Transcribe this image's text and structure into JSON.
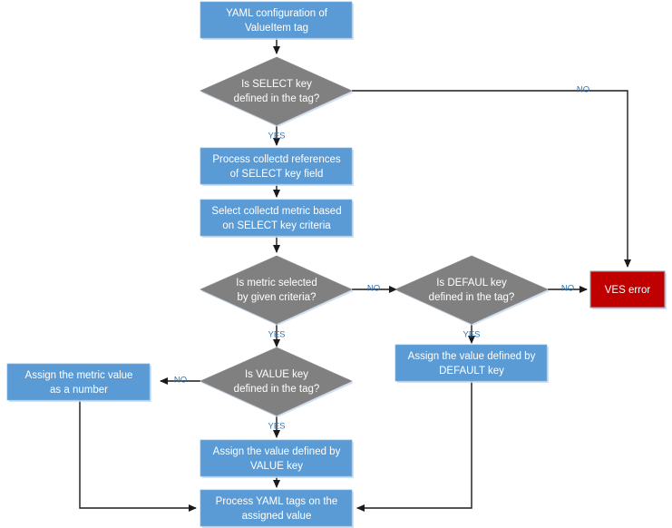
{
  "diagram": {
    "title": "YAML ValueItem tag processing flowchart",
    "colors": {
      "process_fill": "#5B9BD5",
      "decision_fill": "#808080",
      "error_fill": "#C00000",
      "edge_label": "#2E74B5",
      "edge_line": "#1a1a1a",
      "node_text": "#FFFFFF",
      "background": "#FFFFFF"
    },
    "nodes": [
      {
        "id": "yaml-config",
        "type": "process",
        "lines": [
          "YAML configuration of",
          "ValueItem tag"
        ]
      },
      {
        "id": "is-select-key",
        "type": "decision",
        "lines": [
          "Is SELECT key",
          "defined in the tag?"
        ]
      },
      {
        "id": "process-collectd-references",
        "type": "process",
        "lines": [
          "Process collectd references",
          "of SELECT key field"
        ]
      },
      {
        "id": "select-collectd-metric",
        "type": "process",
        "lines": [
          "Select collectd metric based",
          "on SELECT key criteria"
        ]
      },
      {
        "id": "is-metric-selected",
        "type": "decision",
        "lines": [
          "Is metric selected",
          "by given criteria?"
        ]
      },
      {
        "id": "is-defaul-key",
        "type": "decision",
        "lines": [
          "Is DEFAUL key",
          "defined in the tag?"
        ]
      },
      {
        "id": "ves-error",
        "type": "error",
        "lines": [
          "VES error"
        ]
      },
      {
        "id": "assign-default-value",
        "type": "process",
        "lines": [
          "Assign the value defined by",
          "DEFAULT key"
        ]
      },
      {
        "id": "is-value-key",
        "type": "decision",
        "lines": [
          "Is VALUE key",
          "defined in the tag?"
        ]
      },
      {
        "id": "assign-metric-number",
        "type": "process",
        "lines": [
          "Assign the metric value",
          "as a number"
        ]
      },
      {
        "id": "assign-value-key",
        "type": "process",
        "lines": [
          "Assign the value defined by",
          "VALUE key"
        ]
      },
      {
        "id": "process-yaml-tags",
        "type": "process",
        "lines": [
          "Process YAML tags on the",
          "assigned value"
        ]
      }
    ],
    "edges": [
      {
        "id": "e-config-to-select",
        "from": "yaml-config",
        "to": "is-select-key",
        "label": ""
      },
      {
        "id": "e-select-no",
        "from": "is-select-key",
        "to": "ves-error",
        "label": "NO"
      },
      {
        "id": "e-select-yes",
        "from": "is-select-key",
        "to": "process-collectd-references",
        "label": "YES"
      },
      {
        "id": "e-references-to-metric",
        "from": "process-collectd-references",
        "to": "select-collectd-metric",
        "label": ""
      },
      {
        "id": "e-metric-to-decision",
        "from": "select-collectd-metric",
        "to": "is-metric-selected",
        "label": ""
      },
      {
        "id": "e-metric-no",
        "from": "is-metric-selected",
        "to": "is-defaul-key",
        "label": "NO"
      },
      {
        "id": "e-metric-yes",
        "from": "is-metric-selected",
        "to": "is-value-key",
        "label": "YES"
      },
      {
        "id": "e-defaul-no",
        "from": "is-defaul-key",
        "to": "ves-error",
        "label": "NO"
      },
      {
        "id": "e-defaul-yes",
        "from": "is-defaul-key",
        "to": "assign-default-value",
        "label": "YES"
      },
      {
        "id": "e-default-to-yaml",
        "from": "assign-default-value",
        "to": "process-yaml-tags",
        "label": ""
      },
      {
        "id": "e-value-no",
        "from": "is-value-key",
        "to": "assign-metric-number",
        "label": "NO"
      },
      {
        "id": "e-value-yes",
        "from": "is-value-key",
        "to": "assign-value-key",
        "label": "YES"
      },
      {
        "id": "e-number-to-yaml",
        "from": "assign-metric-number",
        "to": "process-yaml-tags",
        "label": ""
      },
      {
        "id": "e-assignvalue-to-yaml",
        "from": "assign-value-key",
        "to": "process-yaml-tags",
        "label": ""
      }
    ],
    "edge_labels": {
      "select_no": "NO",
      "select_yes": "YES",
      "metric_no": "NO",
      "metric_yes": "YES",
      "defaul_no": "NO",
      "defaul_yes": "YES",
      "value_no": "NO",
      "value_yes": "YES"
    }
  }
}
